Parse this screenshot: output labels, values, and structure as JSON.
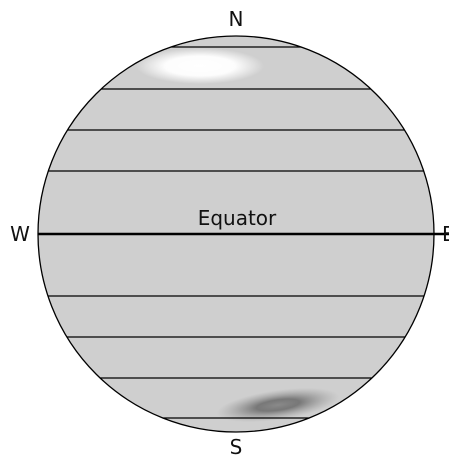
{
  "labels": {
    "north": "N",
    "south": "S",
    "west": "W",
    "east": "E",
    "equator": "Equator"
  },
  "colors": {
    "planet_fill": "#cfcfcf",
    "outline": "#000000",
    "north_cap": "#ffffff",
    "south_cap": "#7a7a7a",
    "background": "#ffffff"
  }
}
